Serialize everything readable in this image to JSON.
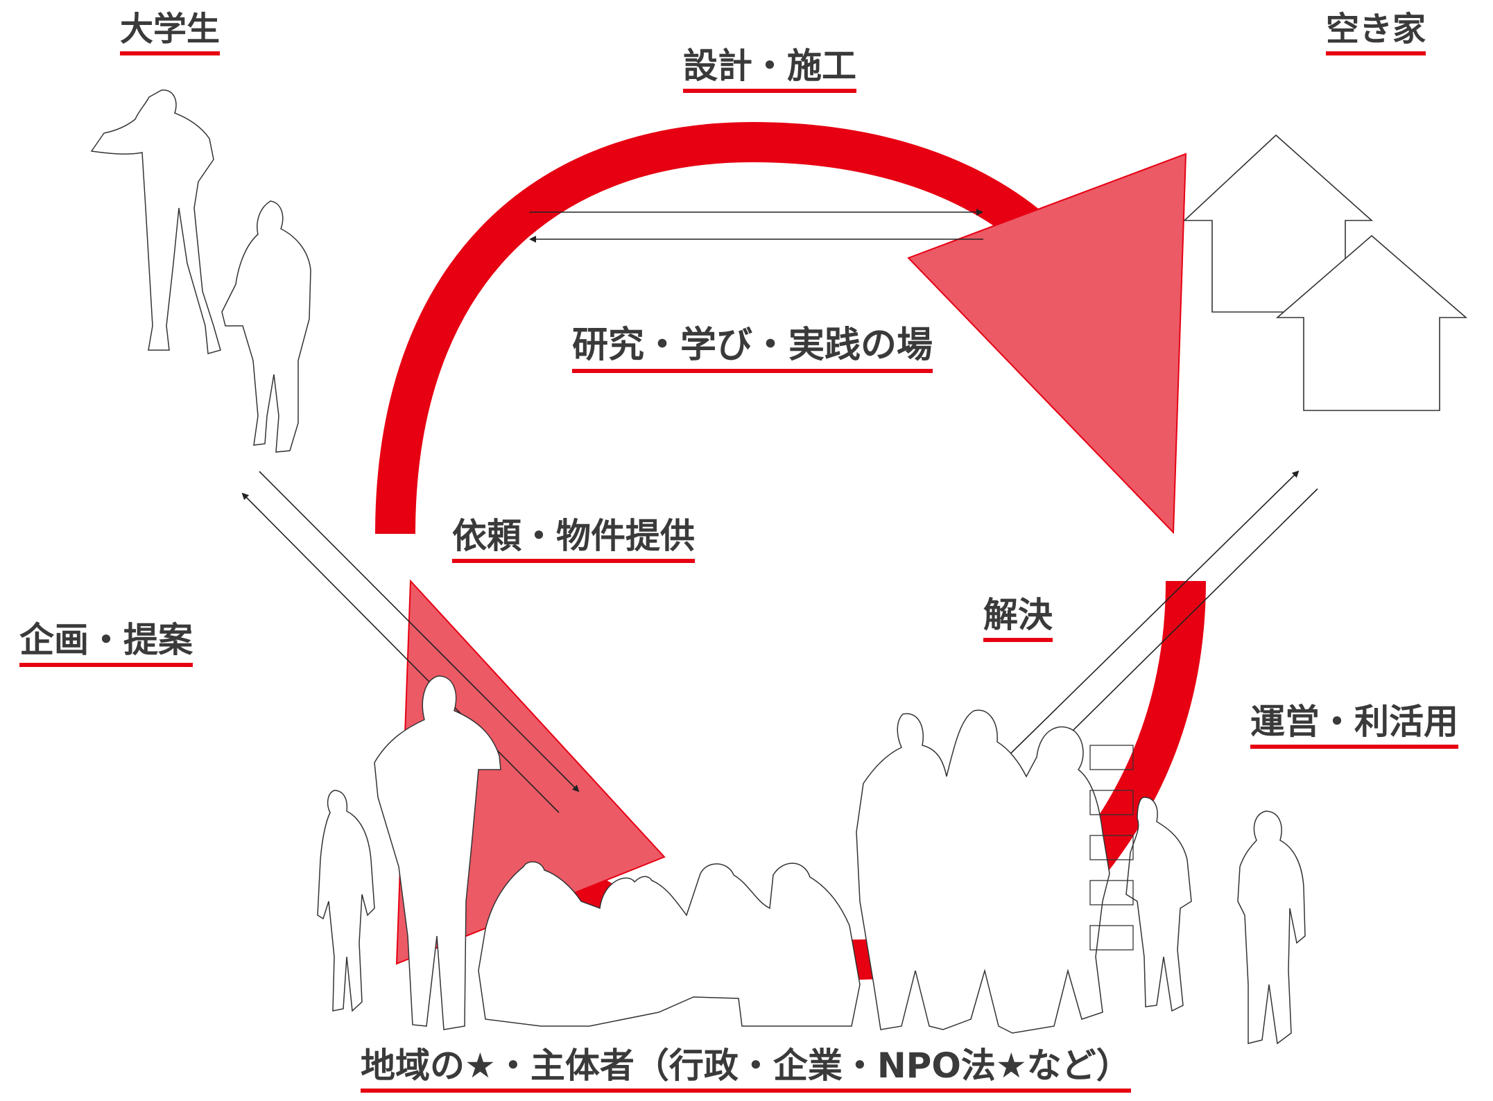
{
  "labels": {
    "students": "大学生",
    "vacant_house": "空き家",
    "design_construction": "設計・施工",
    "research_place": "研究・学び・実践の場",
    "request_property": "依頼・物件提供",
    "planning_proposal": "企画・提案",
    "solution": "解決",
    "operation_use": "運営・利活用",
    "community": "地域の★・主体者（行政・企業・NPO法★など）"
  },
  "colors": {
    "accent": "#e60012",
    "accent_light": "#ec5a66",
    "text": "#3a3a3a",
    "outline": "#333333"
  }
}
